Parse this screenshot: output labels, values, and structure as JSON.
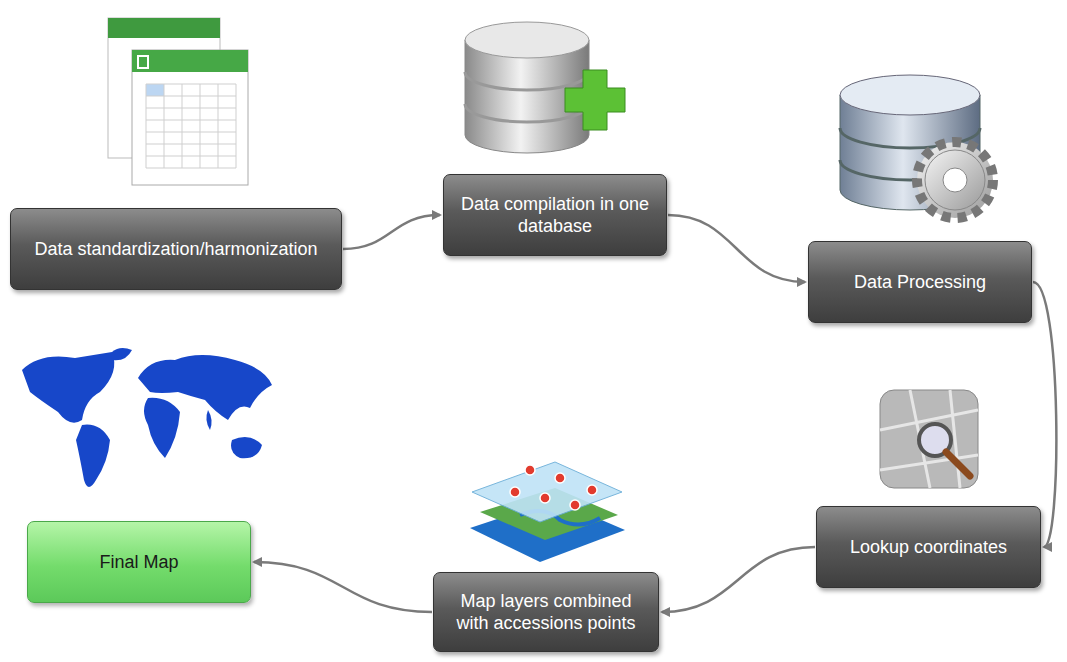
{
  "diagram": {
    "nodes": [
      {
        "text": [
          "Data standardization/harmonization"
        ]
      },
      {
        "text": [
          "Data compilation in one database"
        ]
      },
      {
        "text": [
          "Data Processing"
        ]
      },
      {
        "text": [
          "Lookup coordinates"
        ]
      },
      {
        "text": [
          "Map layers combined with accessions points"
        ]
      },
      {
        "text": [
          "Final Map"
        ]
      }
    ],
    "edges": [
      {
        "from": 0,
        "to": 1,
        "arrow": "to"
      },
      {
        "from": 1,
        "to": 2,
        "arrow": "to"
      },
      {
        "from": 2,
        "to": 3,
        "arrow": "to"
      },
      {
        "from": 3,
        "to": 4,
        "arrow": "to"
      },
      {
        "from": 4,
        "to": 5,
        "arrow": "to"
      }
    ]
  }
}
